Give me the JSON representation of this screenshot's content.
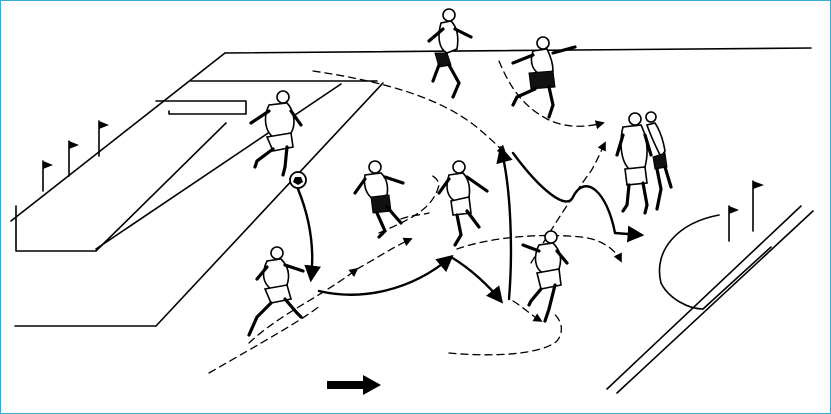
{
  "colors": {
    "frame_border": "#3aa9d6",
    "ink": "#000000",
    "paper": "#ffffff"
  },
  "diagram": {
    "kind": "football passing drill illustration",
    "players": [
      "player",
      "player",
      "player",
      "player",
      "player",
      "player",
      "player",
      "player",
      "player"
    ],
    "objects": [
      "ball",
      "corner-flag",
      "corner-flag",
      "corner-flag",
      "corner-flag",
      "corner-flag",
      "direction-arrow"
    ]
  }
}
